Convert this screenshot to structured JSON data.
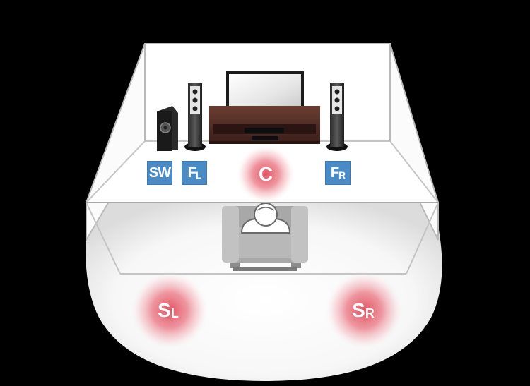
{
  "speakers": {
    "subwoofer": {
      "main": "SW",
      "sub": ""
    },
    "front_left": {
      "main": "F",
      "sub": "L"
    },
    "center": {
      "main": "C",
      "sub": ""
    },
    "front_right": {
      "main": "F",
      "sub": "R"
    },
    "surround_left": {
      "main": "S",
      "sub": "L"
    },
    "surround_right": {
      "main": "S",
      "sub": "R"
    }
  },
  "colors": {
    "background": "#000000",
    "room_floor": "#ffffff",
    "speaker_label_square": "#4a8bc6",
    "speaker_glow": "#e04a5a",
    "sofa": "#b5b5b5",
    "tv_cabinet": "#4a2a22"
  }
}
